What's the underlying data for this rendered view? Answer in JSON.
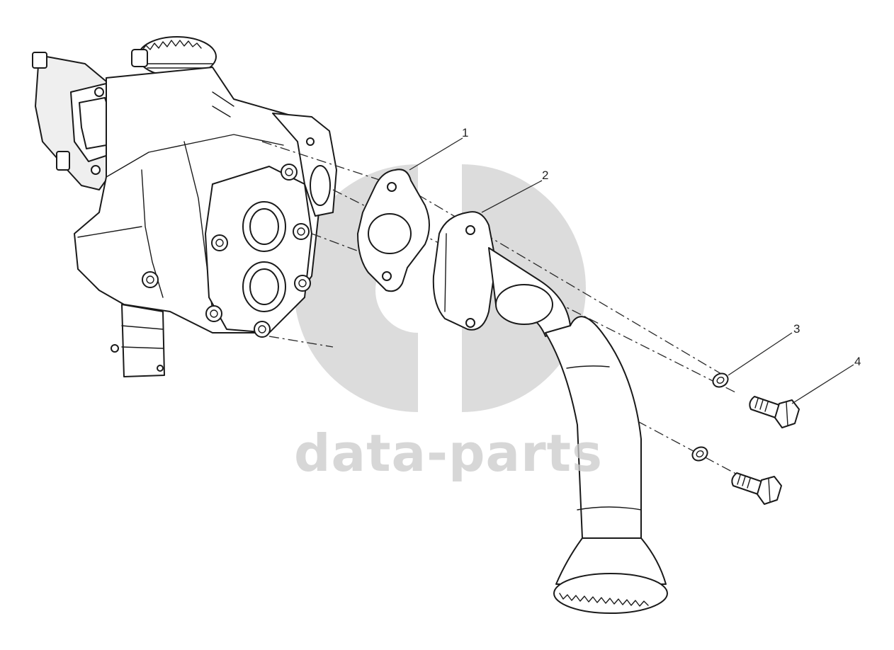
{
  "callouts": [
    {
      "id": "1",
      "label": "1"
    },
    {
      "id": "2",
      "label": "2"
    },
    {
      "id": "3",
      "label": "3"
    },
    {
      "id": "4",
      "label": "4"
    }
  ],
  "watermark": {
    "text": "data-parts",
    "color": "#cfcfcf"
  },
  "colors": {
    "line": "#1a1a1a",
    "background": "#ffffff"
  }
}
